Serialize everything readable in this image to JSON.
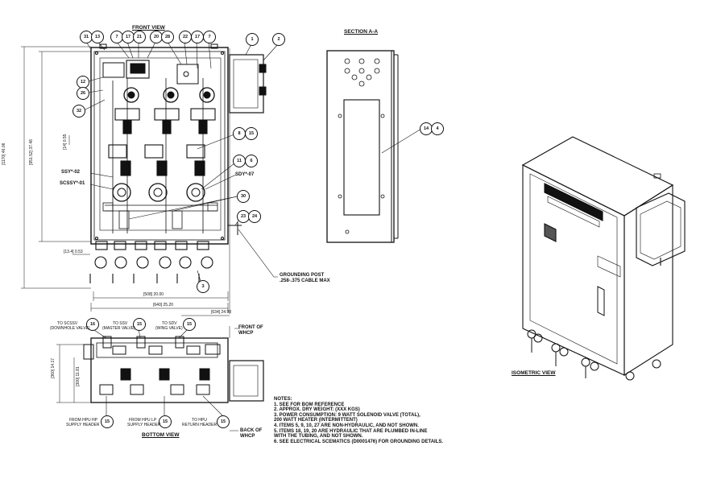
{
  "views": {
    "front": "FRONT VIEW",
    "section": "SECTION A-A",
    "bottom": "BOTTOM VIEW",
    "isometric": "ISOMETRIC VIEW"
  },
  "callouts": {
    "b31": "31",
    "b13": "13",
    "b7a": "7",
    "b17a": "17",
    "b21": "21",
    "b20": "20",
    "b28": "28",
    "b22": "22",
    "b17b": "17",
    "b7b": "7",
    "b1": "1",
    "b2": "2",
    "b12": "12",
    "b26": "26",
    "b32": "32",
    "b8": "8",
    "b15a": "15",
    "b11": "11",
    "b6": "6",
    "b30": "30",
    "b23": "23",
    "b24": "24",
    "b3": "3",
    "b14": "14",
    "b4": "4",
    "b16": "16",
    "b15b": "15",
    "b15c": "15",
    "b15d": "15",
    "b15e": "15",
    "b15f": "15"
  },
  "labels": {
    "ssy02": "SSY*-02",
    "scssy01": "SCSSY*-01",
    "sdy07": "SDY*-07",
    "grounding_1": "GROUNDING POST",
    "grounding_2": ".258-.375 CABLE MAX",
    "to_scssv_1": "TO SCSSV",
    "to_scssv_2": "(DOWNHOLE VALVE)",
    "to_ssv_1": "TO SSV",
    "to_ssv_2": "(MASTER VALVE)",
    "to_sdv_1": "TO SDV",
    "to_sdv_2": "(WING VALVE)",
    "front_of_1": "FRONT OF",
    "front_of_2": "WHCP",
    "back_of_1": "BACK OF",
    "back_of_2": "WHCP",
    "hpu_hp_1": "FROM HPU HP",
    "hpu_hp_2": "SUPPLY HEADER",
    "hpu_lp_1": "FROM HPU LP",
    "hpu_lp_2": "SUPPLY HEADER",
    "hpu_ret_1": "TO HPU",
    "hpu_ret_2": "RETURN HEADER"
  },
  "dimensions": {
    "overall_height": "[1170] 46.06",
    "inner_height": "[951.52] 37.46",
    "top_offset": "[14] 0.55",
    "left_offset": "[13.4] 0.53",
    "lower_width": "[508] 20.00",
    "overall_width": "[640] 25.20",
    "depth": "[634] 24.98",
    "bottom_h1": "[360] 14.17",
    "bottom_h2": "[300] 11.81"
  },
  "notes": {
    "heading": "NOTES:",
    "items": [
      "1.  SEE FOR BOM REFERENCE",
      "2.  APPROX. DRY WEIGHT:  (XXX KGS)",
      "3.  POWER CONSUMPTION: 9 WATT SOLENOID VALVE (TOTAL),",
      "      200 WATT HEATER (INTERMITTENT)",
      "4.  ITEMS 5, 9, 10, 27 ARE NON-HYDRAULIC, AND NOT SHOWN.",
      "5.  ITEMS 18, 19, 20 ARE HYDRAULIC THAT ARE PLUMBED IN-LINE",
      "      WITH THE TUBING, AND NOT SHOWN.",
      "6.  SEE ELECTRICAL SCEMATICS (D0001476) FOR GROUNDING DETAILS."
    ]
  }
}
